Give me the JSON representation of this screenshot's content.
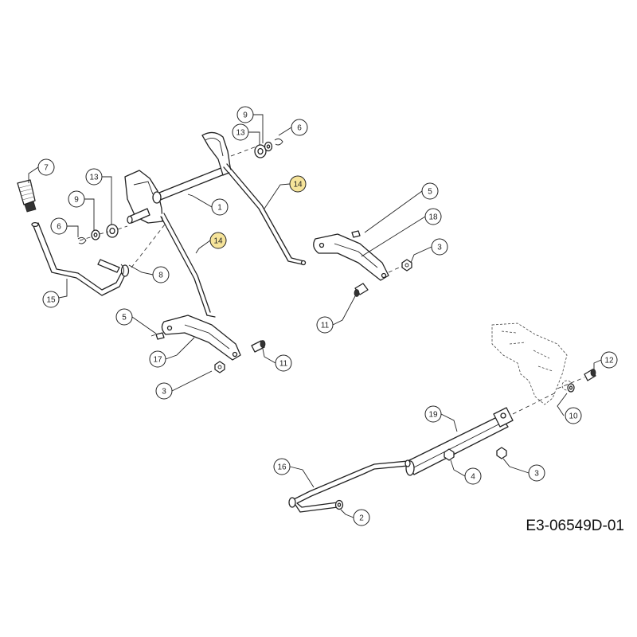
{
  "drawing_code": "E3-06549D-01",
  "colors": {
    "highlight": "#f6e49a",
    "line": "#222222",
    "bubble": "#ffffff"
  },
  "callouts": [
    {
      "id": "c9-top",
      "number": "9",
      "highlighted": false
    },
    {
      "id": "c13-top",
      "number": "13",
      "highlighted": false
    },
    {
      "id": "c6-top",
      "number": "6",
      "highlighted": false
    },
    {
      "id": "c7",
      "number": "7",
      "highlighted": false
    },
    {
      "id": "c13-mid",
      "number": "13",
      "highlighted": false
    },
    {
      "id": "c9-mid",
      "number": "9",
      "highlighted": false
    },
    {
      "id": "c6-mid",
      "number": "6",
      "highlighted": false
    },
    {
      "id": "c1",
      "number": "1",
      "highlighted": false
    },
    {
      "id": "c14-a",
      "number": "14",
      "highlighted": true
    },
    {
      "id": "c14-b",
      "number": "14",
      "highlighted": true
    },
    {
      "id": "c8",
      "number": "8",
      "highlighted": false
    },
    {
      "id": "c15",
      "number": "15",
      "highlighted": false
    },
    {
      "id": "c5-left",
      "number": "5",
      "highlighted": false
    },
    {
      "id": "c17",
      "number": "17",
      "highlighted": false
    },
    {
      "id": "c11-left",
      "number": "11",
      "highlighted": false
    },
    {
      "id": "c3-left",
      "number": "3",
      "highlighted": false
    },
    {
      "id": "c5-right",
      "number": "5",
      "highlighted": false
    },
    {
      "id": "c18",
      "number": "18",
      "highlighted": false
    },
    {
      "id": "c3-right",
      "number": "3",
      "highlighted": false
    },
    {
      "id": "c11-right",
      "number": "11",
      "highlighted": false
    },
    {
      "id": "c12",
      "number": "12",
      "highlighted": false
    },
    {
      "id": "c10",
      "number": "10",
      "highlighted": false
    },
    {
      "id": "c19",
      "number": "19",
      "highlighted": false
    },
    {
      "id": "c16",
      "number": "16",
      "highlighted": false
    },
    {
      "id": "c4",
      "number": "4",
      "highlighted": false
    },
    {
      "id": "c3-bottom",
      "number": "3",
      "highlighted": false
    },
    {
      "id": "c2",
      "number": "2",
      "highlighted": false
    }
  ]
}
